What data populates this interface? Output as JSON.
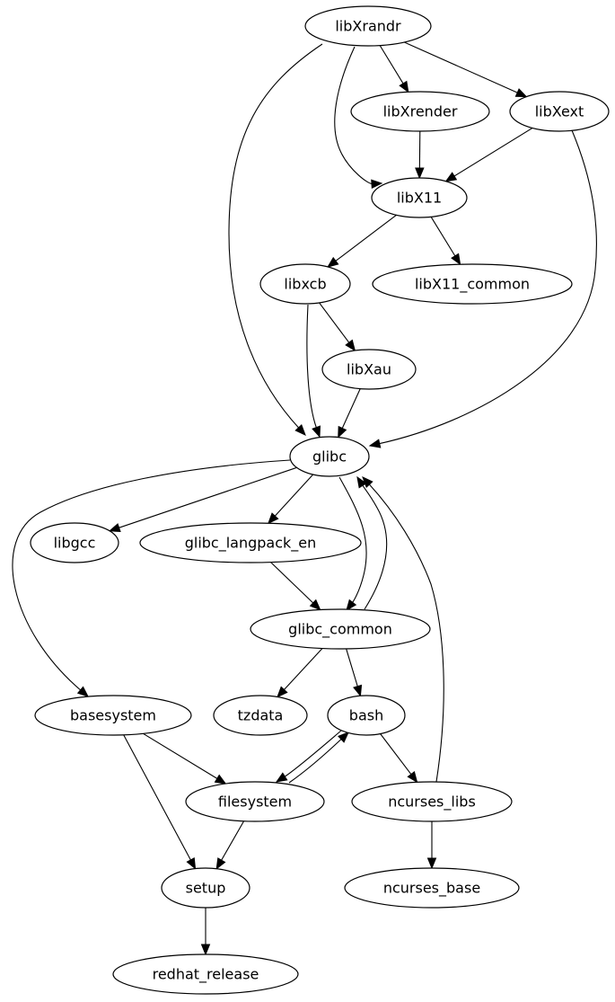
{
  "graph": {
    "type": "directed-dependency-graph",
    "nodes": [
      {
        "id": "libXrandr",
        "label": "libXrandr"
      },
      {
        "id": "libXrender",
        "label": "libXrender"
      },
      {
        "id": "libXext",
        "label": "libXext"
      },
      {
        "id": "libX11",
        "label": "libX11"
      },
      {
        "id": "libxcb",
        "label": "libxcb"
      },
      {
        "id": "libX11_common",
        "label": "libX11_common"
      },
      {
        "id": "libXau",
        "label": "libXau"
      },
      {
        "id": "glibc",
        "label": "glibc"
      },
      {
        "id": "libgcc",
        "label": "libgcc"
      },
      {
        "id": "glibc_langpack_en",
        "label": "glibc_langpack_en"
      },
      {
        "id": "glibc_common",
        "label": "glibc_common"
      },
      {
        "id": "basesystem",
        "label": "basesystem"
      },
      {
        "id": "tzdata",
        "label": "tzdata"
      },
      {
        "id": "bash",
        "label": "bash"
      },
      {
        "id": "filesystem",
        "label": "filesystem"
      },
      {
        "id": "ncurses_libs",
        "label": "ncurses_libs"
      },
      {
        "id": "setup",
        "label": "setup"
      },
      {
        "id": "ncurses_base",
        "label": "ncurses_base"
      },
      {
        "id": "redhat_release",
        "label": "redhat_release"
      }
    ],
    "edges": [
      {
        "from": "libXrandr",
        "to": "glibc"
      },
      {
        "from": "libXrandr",
        "to": "libX11"
      },
      {
        "from": "libXrandr",
        "to": "libXrender"
      },
      {
        "from": "libXrandr",
        "to": "libXext"
      },
      {
        "from": "libXrender",
        "to": "libX11"
      },
      {
        "from": "libXext",
        "to": "libX11"
      },
      {
        "from": "libXext",
        "to": "glibc"
      },
      {
        "from": "libX11",
        "to": "libxcb"
      },
      {
        "from": "libX11",
        "to": "libX11_common"
      },
      {
        "from": "libxcb",
        "to": "glibc"
      },
      {
        "from": "libxcb",
        "to": "libXau"
      },
      {
        "from": "libXau",
        "to": "glibc"
      },
      {
        "from": "glibc",
        "to": "basesystem"
      },
      {
        "from": "glibc",
        "to": "libgcc"
      },
      {
        "from": "glibc",
        "to": "glibc_langpack_en"
      },
      {
        "from": "glibc",
        "to": "glibc_common"
      },
      {
        "from": "glibc_common",
        "to": "glibc"
      },
      {
        "from": "ncurses_libs",
        "to": "glibc"
      },
      {
        "from": "glibc_langpack_en",
        "to": "glibc_common"
      },
      {
        "from": "glibc_common",
        "to": "tzdata"
      },
      {
        "from": "glibc_common",
        "to": "bash"
      },
      {
        "from": "basesystem",
        "to": "filesystem"
      },
      {
        "from": "basesystem",
        "to": "setup"
      },
      {
        "from": "bash",
        "to": "filesystem"
      },
      {
        "from": "filesystem",
        "to": "bash"
      },
      {
        "from": "bash",
        "to": "ncurses_libs"
      },
      {
        "from": "filesystem",
        "to": "setup"
      },
      {
        "from": "ncurses_libs",
        "to": "ncurses_base"
      },
      {
        "from": "setup",
        "to": "redhat_release"
      }
    ]
  }
}
